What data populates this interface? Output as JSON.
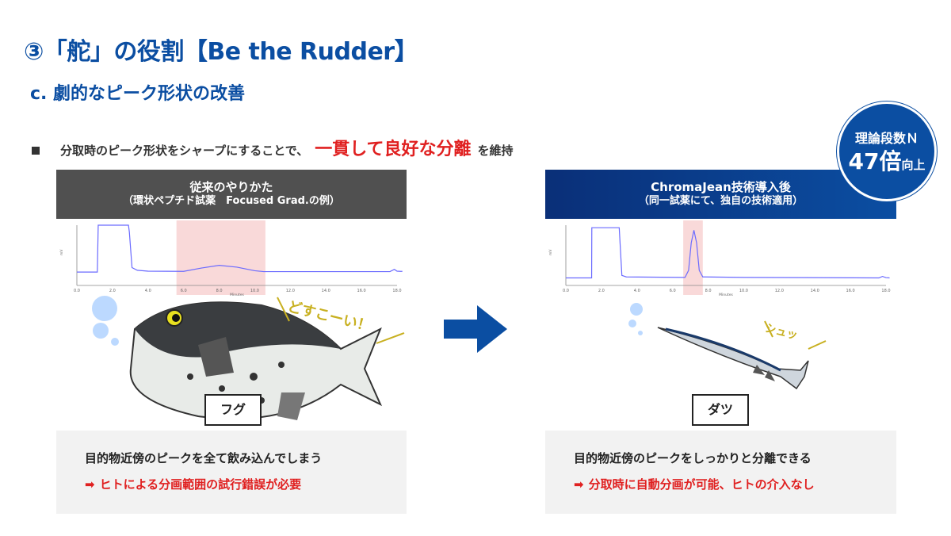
{
  "title": "③「舵」の役割【Be the Rudder】",
  "subtitle": "c. 劇的なピーク形状の改善",
  "bullet": {
    "text": "分取時のピーク形状をシャープにすることで、",
    "emphasis": "一貫して良好な分離",
    "suffix": "を維持"
  },
  "badge": {
    "line1": "理論段数Ｎ",
    "number": "47倍",
    "suffix": "向上"
  },
  "left": {
    "head1": "従来のやりかた",
    "head2": "（環状ペプチド試薬　Focused Grad.の例）",
    "exclaim": "どすこーい！",
    "fish_label": "フグ",
    "note1": "目的物近傍のピークを全て飲み込んでしまう",
    "note2": "ヒトによる分画範囲の試行錯誤が必要"
  },
  "right": {
    "head1": "ChromaJean技術導入後",
    "head2": "（同一試薬にて、独自の技術適用）",
    "exclaim": "シュッ",
    "fish_label": "ダツ",
    "note1": "目的物近傍のピークをしっかりと分離できる",
    "note2": "分取時に自動分画が可能、ヒトの介入なし"
  },
  "colors": {
    "brand": "#0b4ea2",
    "accent": "#e02020",
    "trace": "#6a6aff",
    "highlight": "#f9d9d9"
  },
  "chart_data": [
    {
      "type": "line",
      "xlabel": "Minutes",
      "ylabel": "mV",
      "xlim": [
        0,
        18
      ],
      "ylim": [
        -6,
        21
      ],
      "xticks": [
        "0.0",
        "2.0",
        "4.0",
        "6.0",
        "8.0",
        "10.0",
        "12.0",
        "14.0",
        "16.0",
        "18.0"
      ],
      "highlight": [
        5.6,
        10.6
      ],
      "x": [
        0,
        1.15,
        1.2,
        1.25,
        2.9,
        2.95,
        3.1,
        3.4,
        4,
        6,
        7,
        8,
        9,
        10,
        10.5,
        17.6,
        17.85,
        18.0,
        18.2,
        18.3
      ],
      "y": [
        0,
        0,
        21,
        21,
        21,
        18,
        2,
        0.8,
        0.4,
        0.3,
        1.8,
        3,
        2.2,
        0.6,
        0.2,
        0.2,
        1.2,
        0.4,
        0.3,
        0.3
      ]
    },
    {
      "type": "line",
      "xlabel": "Minutes",
      "ylabel": "mV",
      "xlim": [
        0,
        18
      ],
      "ylim": [
        -3,
        21
      ],
      "xticks": [
        "0.0",
        "2.0",
        "4.0",
        "6.0",
        "8.0",
        "10.0",
        "12.0",
        "14.0",
        "16.0",
        "18.0"
      ],
      "highlight": [
        6.6,
        7.7
      ],
      "x": [
        0,
        1.45,
        1.46,
        3.0,
        3.15,
        3.4,
        6.7,
        6.9,
        7.05,
        7.2,
        7.35,
        7.5,
        7.7,
        10,
        17.6,
        17.8,
        18.0,
        18.2
      ],
      "y": [
        0,
        0,
        20,
        20,
        1,
        0.4,
        0.2,
        3,
        14,
        19,
        14,
        3,
        0.4,
        0.2,
        0,
        0.6,
        0.1,
        0
      ]
    }
  ]
}
